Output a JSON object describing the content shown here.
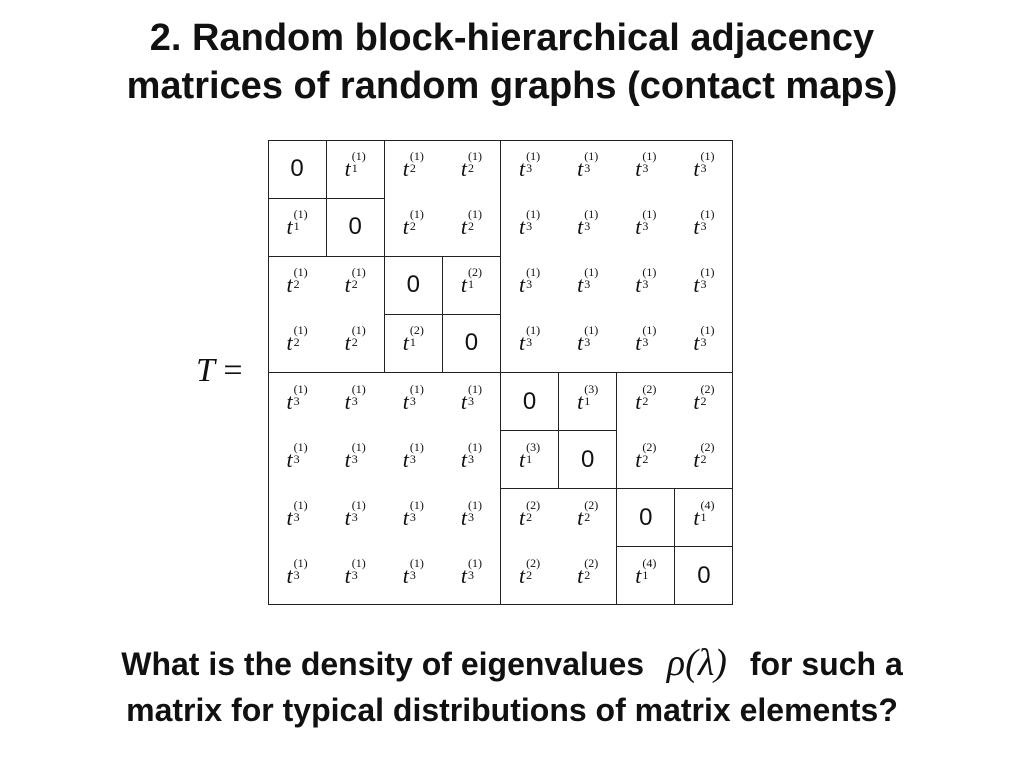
{
  "title": {
    "line1": "2. Random block-hierarchical adjacency",
    "line2": "matrices of random graphs (contact maps)"
  },
  "matrix_label": {
    "symbol": "T",
    "equals": "="
  },
  "matrix": {
    "rows": [
      [
        "0",
        "t_1^(1)",
        "t_2^(1)",
        "t_2^(1)",
        "t_3^(1)",
        "t_3^(1)",
        "t_3^(1)",
        "t_3^(1)"
      ],
      [
        "t_1^(1)",
        "0",
        "t_2^(1)",
        "t_2^(1)",
        "t_3^(1)",
        "t_3^(1)",
        "t_3^(1)",
        "t_3^(1)"
      ],
      [
        "t_2^(1)",
        "t_2^(1)",
        "0",
        "t_1^(2)",
        "t_3^(1)",
        "t_3^(1)",
        "t_3^(1)",
        "t_3^(1)"
      ],
      [
        "t_2^(1)",
        "t_2^(1)",
        "t_1^(2)",
        "0",
        "t_3^(1)",
        "t_3^(1)",
        "t_3^(1)",
        "t_3^(1)"
      ],
      [
        "t_3^(1)",
        "t_3^(1)",
        "t_3^(1)",
        "t_3^(1)",
        "0",
        "t_1^(3)",
        "t_2^(2)",
        "t_2^(2)"
      ],
      [
        "t_3^(1)",
        "t_3^(1)",
        "t_3^(1)",
        "t_3^(1)",
        "t_1^(3)",
        "0",
        "t_2^(2)",
        "t_2^(2)"
      ],
      [
        "t_3^(1)",
        "t_3^(1)",
        "t_3^(1)",
        "t_3^(1)",
        "t_2^(2)",
        "t_2^(2)",
        "0",
        "t_1^(4)"
      ],
      [
        "t_3^(1)",
        "t_3^(1)",
        "t_3^(1)",
        "t_3^(1)",
        "t_2^(2)",
        "t_2^(2)",
        "t_1^(4)",
        "0"
      ]
    ]
  },
  "question": {
    "line1_before": "What is the density of eigenvalues",
    "rho_symbol": "ρ(λ)",
    "line1_after": "for such a",
    "line2": "matrix for typical distributions of matrix elements?"
  }
}
